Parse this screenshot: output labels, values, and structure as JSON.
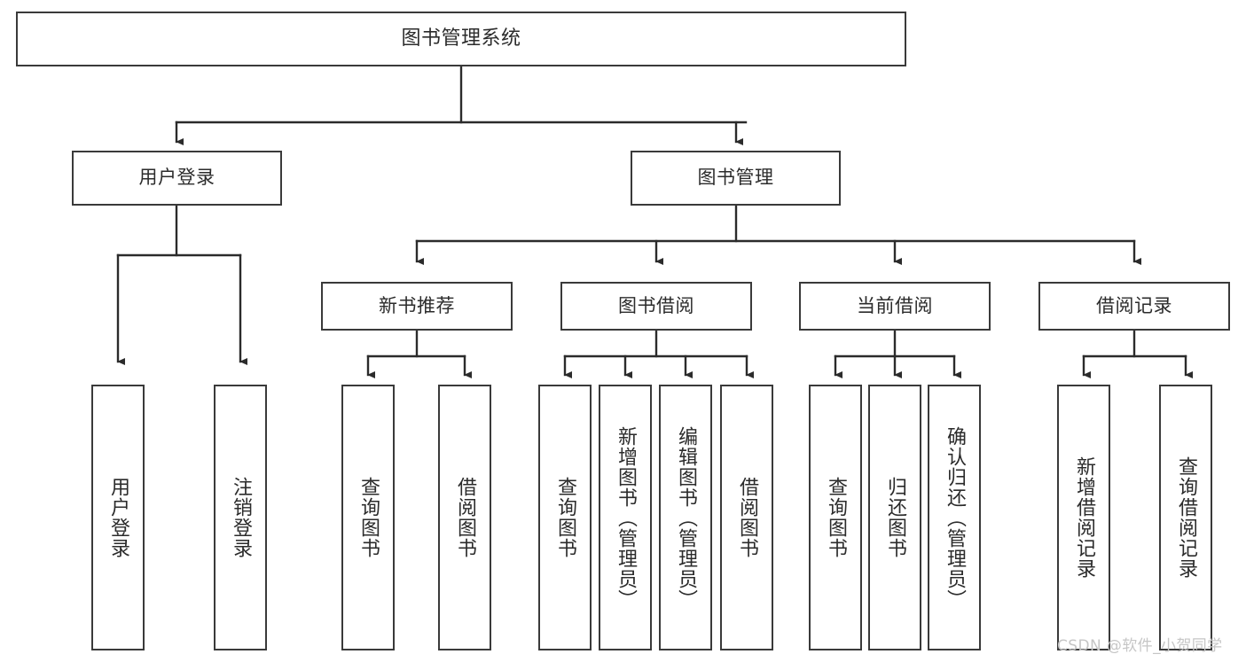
{
  "diagram": {
    "type": "tree",
    "title": "图书管理系统",
    "colors": {
      "box_border": "#3a3a3a",
      "box_fill": "#ffffff",
      "text": "#2b2b2b",
      "connector": "#2b2b2b",
      "watermark": "#c6c6c6",
      "background": "#ffffff"
    },
    "root": {
      "label": "图书管理系统"
    },
    "level2": [
      {
        "label": "用户登录"
      },
      {
        "label": "图书管理"
      }
    ],
    "level3": [
      {
        "label": "新书推荐"
      },
      {
        "label": "图书借阅"
      },
      {
        "label": "当前借阅"
      },
      {
        "label": "借阅记录"
      }
    ],
    "leaves": {
      "user_login": [
        {
          "label": "用户登录"
        },
        {
          "label": "注销登录"
        }
      ],
      "new_book_recommend": [
        {
          "label": "查询图书"
        },
        {
          "label": "借阅图书"
        }
      ],
      "book_borrow": [
        {
          "label": "查询图书"
        },
        {
          "label": "新增图书（管理员）"
        },
        {
          "label": "编辑图书（管理员）"
        },
        {
          "label": "借阅图书"
        }
      ],
      "current_borrow": [
        {
          "label": "查询图书"
        },
        {
          "label": "归还图书"
        },
        {
          "label": "确认归还（管理员）"
        }
      ],
      "borrow_record": [
        {
          "label": "新增借阅记录"
        },
        {
          "label": "查询借阅记录"
        }
      ]
    }
  },
  "watermark": {
    "text": "CSDN @软件_小贺同学"
  }
}
